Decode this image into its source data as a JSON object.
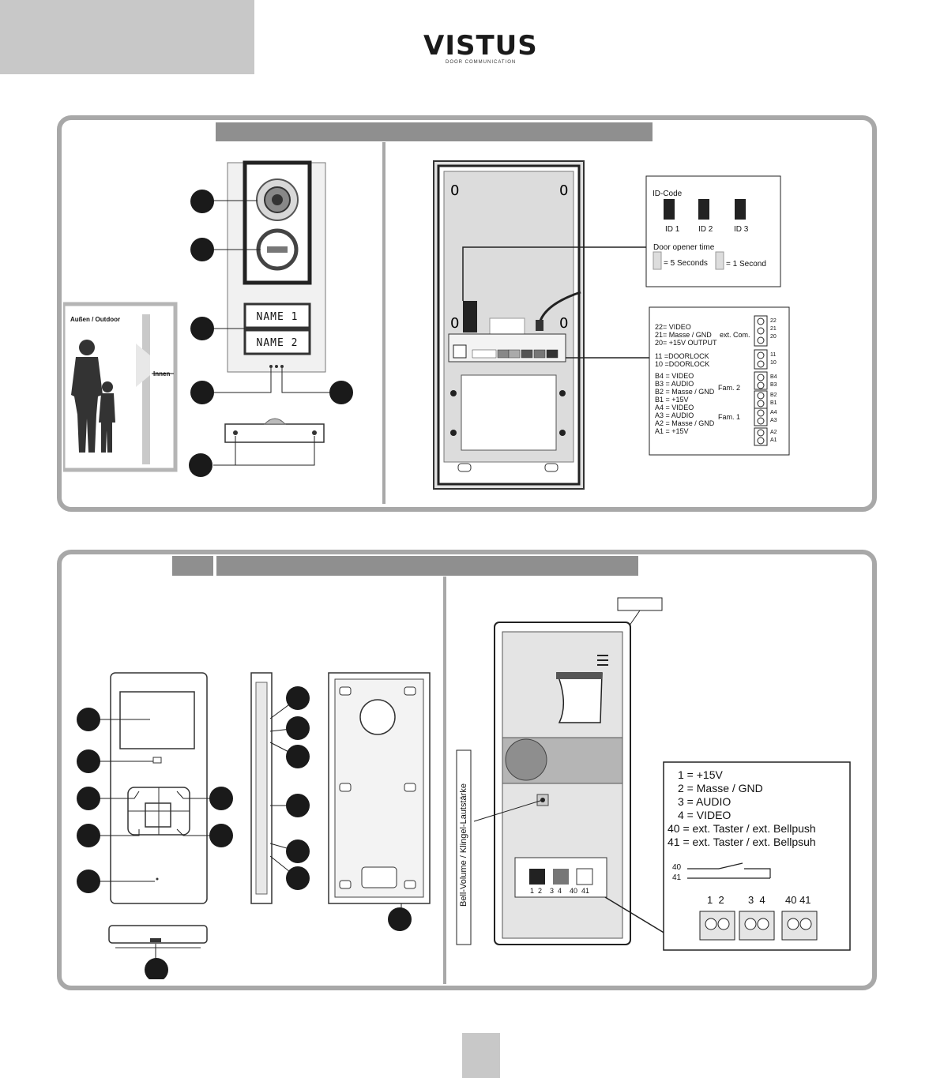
{
  "brand": {
    "logo": "VISTUS",
    "tagline": "DOOR COMMUNICATION"
  },
  "outdoor": {
    "name1": "NAME 1",
    "name2": "NAME 2",
    "scene_outdoor": "Außen / Outdoor",
    "scene_indoor": "Innen"
  },
  "id_box": {
    "title": "ID-Code",
    "ids": [
      "ID 1",
      "ID 2",
      "ID 3"
    ],
    "door_title": "Door opener time",
    "opt_5": "= 5 Seconds",
    "opt_1": "= 1 Second"
  },
  "terminals_top": {
    "lines_a": [
      "22= VIDEO",
      "21= Masse / GND",
      "20= +15V OUTPUT"
    ],
    "brace_a": "ext. Com.",
    "lines_b": [
      "11 =DOORLOCK",
      "10 =DOORLOCK"
    ],
    "lines_c": [
      "B4 = VIDEO",
      "B3 = AUDIO",
      "B2 = Masse / GND",
      "B1 = +15V"
    ],
    "brace_c": "Fam. 2",
    "lines_d": [
      "A4 = VIDEO",
      "A3 = AUDIO",
      "A2 = Masse / GND",
      "A1 = +15V"
    ],
    "brace_d": "Fam. 1",
    "pins": [
      "22",
      "21",
      "20",
      "11",
      "10",
      "B4",
      "B3",
      "B2",
      "B1",
      "A4",
      "A3",
      "A2",
      "A1"
    ]
  },
  "indoor": {
    "bell_label": "Bell-Volume / Klingel-Lautstärke",
    "legend": [
      "1 = +15V",
      "2 = Masse / GND",
      "3 = AUDIO",
      "4 = VIDEO",
      "40 = ext. Taster / ext. Bellpush",
      "41 = ext. Taster / ext. Bellpsuh"
    ],
    "wire_40": "40",
    "wire_41": "41",
    "term_12": "1  2",
    "term_34": "3  4",
    "term_4041": "40 41",
    "board_labels": "1  2    3  4    40  41"
  },
  "colors": {
    "panel_border": "#a8a8a8",
    "header": "#8f8f8f",
    "bullet": "#1a1a1a"
  }
}
